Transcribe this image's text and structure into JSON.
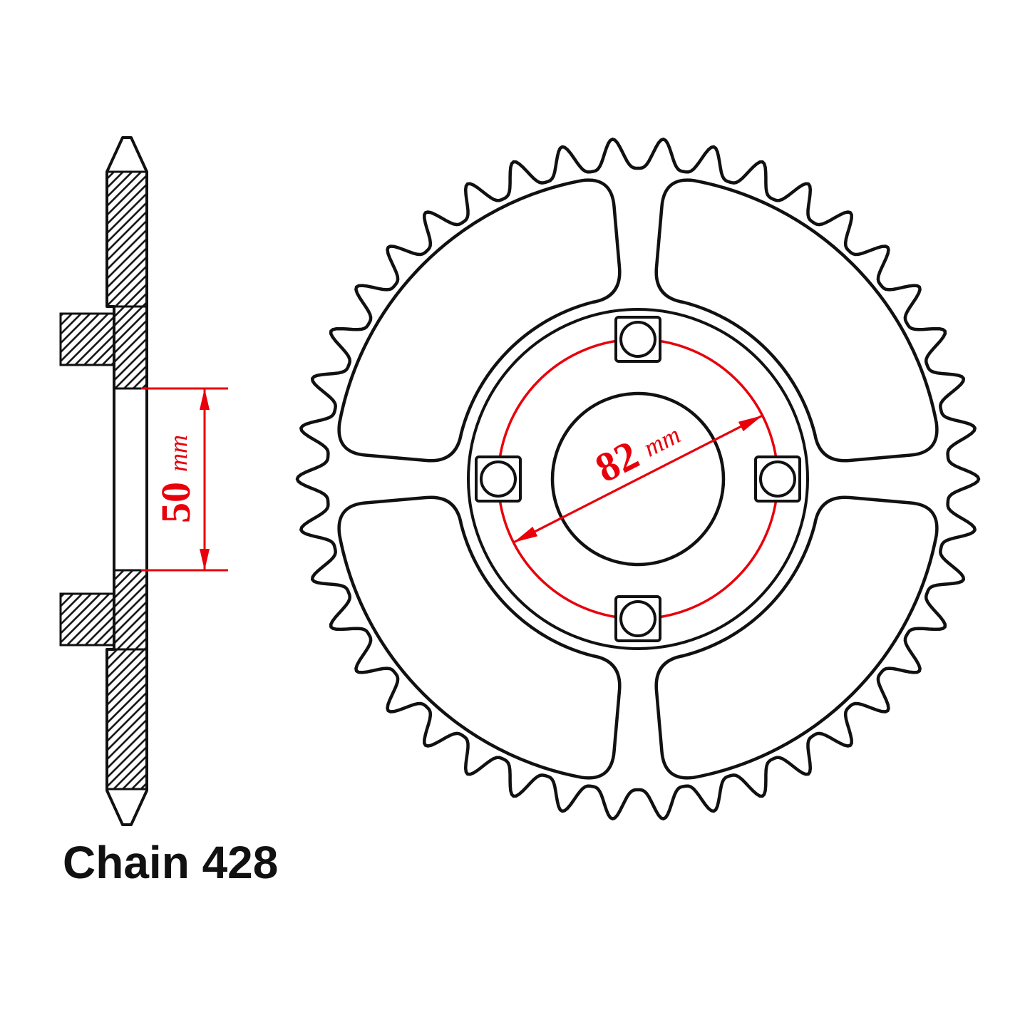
{
  "colors": {
    "ink": "#111111",
    "dimension_red": "#e8000b",
    "background": "#ffffff"
  },
  "labels": {
    "chain_label": "Chain 428",
    "hub_width_value": "50",
    "hub_width_unit": "mm",
    "bolt_circle_value": "82",
    "bolt_circle_unit": "mm"
  },
  "drawing": {
    "subject": "rear sprocket technical drawing",
    "views": [
      "side cross-section",
      "front view"
    ],
    "tooth_count": 42,
    "cutout_count": 4,
    "bolt_hole_count": 4
  }
}
